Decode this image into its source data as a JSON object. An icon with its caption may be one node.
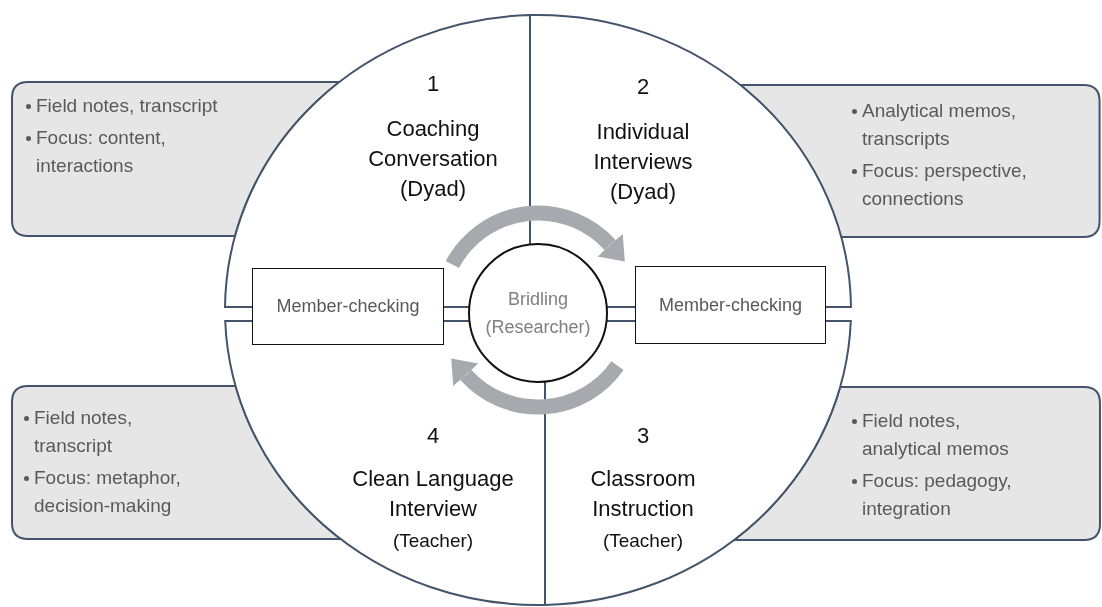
{
  "diagram": {
    "nodes": [
      {
        "text": [
          "Field notes, transcript",
          "Focus: content, interactions"
        ]
      },
      {
        "text": [
          "1",
          "Coaching Conversation (Dyad)"
        ]
      },
      {
        "text": [
          "2",
          "Individual Interviews (Dyad)"
        ]
      },
      {
        "text": [
          "Analytical memos, transcripts",
          "Focus: perspective, connections"
        ]
      },
      {
        "text": [
          "Member-checking"
        ]
      },
      {
        "text": [
          "Bridling (Researcher)"
        ]
      },
      {
        "text": [
          "Member-checking"
        ]
      },
      {
        "text": [
          "Field notes, transcript",
          "Focus: metaphor, decision-making"
        ]
      },
      {
        "text": [
          "4",
          "Clean Language Interview",
          "(Teacher)"
        ]
      },
      {
        "text": [
          "3",
          "Classroom Instruction",
          "(Teacher)"
        ]
      },
      {
        "text": [
          "Field notes, analytical memos",
          "Focus: pedagogy, integration"
        ]
      }
    ],
    "edges": [
      {
        "from": 1,
        "to": 2,
        "arrow": "to"
      },
      {
        "from": 9,
        "to": 8,
        "arrow": "to"
      }
    ]
  }
}
